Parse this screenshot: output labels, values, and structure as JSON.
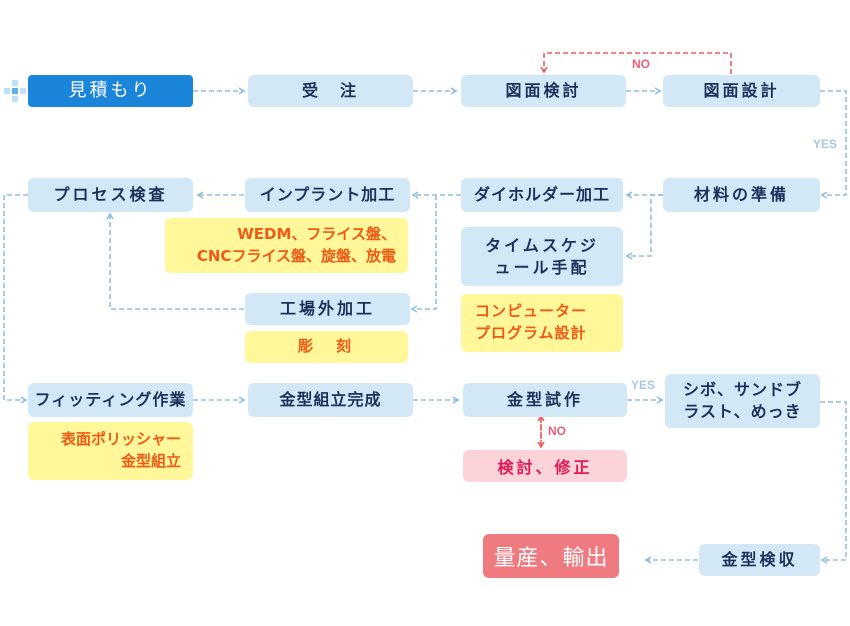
{
  "colors": {
    "box": "#d3e8f7",
    "box_text": "#1f2f5a",
    "start_box": "#1b86d9",
    "note_bg": "#fff79a",
    "note_text": "#f05a14",
    "revise_bg": "#fcd3d9",
    "revise_text": "#e41a55",
    "final_bg": "#ef7a80",
    "arrow": "#8fbfe0",
    "no_arrow": "#ef5d5d"
  },
  "steps": {
    "estimate": "見積もり",
    "order": "受　注",
    "drawing_review": "図面検討",
    "drawing_design": "図面設計",
    "material_prep": "材料の準備",
    "die_holder": "ダイホルダー加工",
    "implant": "インプラント加工",
    "process_inspection": "プロセス検査",
    "schedule": [
      "タイムスケジ",
      "ュール手配"
    ],
    "outsourcing": "工場外加工",
    "fitting": "フィッティング作業",
    "mold_assembly_done": "金型組立完成",
    "trial": "金型試作",
    "blast": [
      "シボ、サンドブ",
      "ラスト、めっき"
    ],
    "revise": "検討、修正",
    "mold_acceptance": "金型検収",
    "mass_production": "量産、輸出"
  },
  "notes": {
    "machines": [
      "WEDM、フライス盤、",
      "CNCフライス盤、旋盤、放電"
    ],
    "engraving": "彫　刻",
    "program": [
      "コンピューター",
      "プログラム設計"
    ],
    "polish": [
      "表面ポリッシャー",
      "金型組立"
    ]
  },
  "labels": {
    "no_top": "NO",
    "yes_right": "YES",
    "yes_trial": "YES",
    "no_trial": "NO"
  }
}
